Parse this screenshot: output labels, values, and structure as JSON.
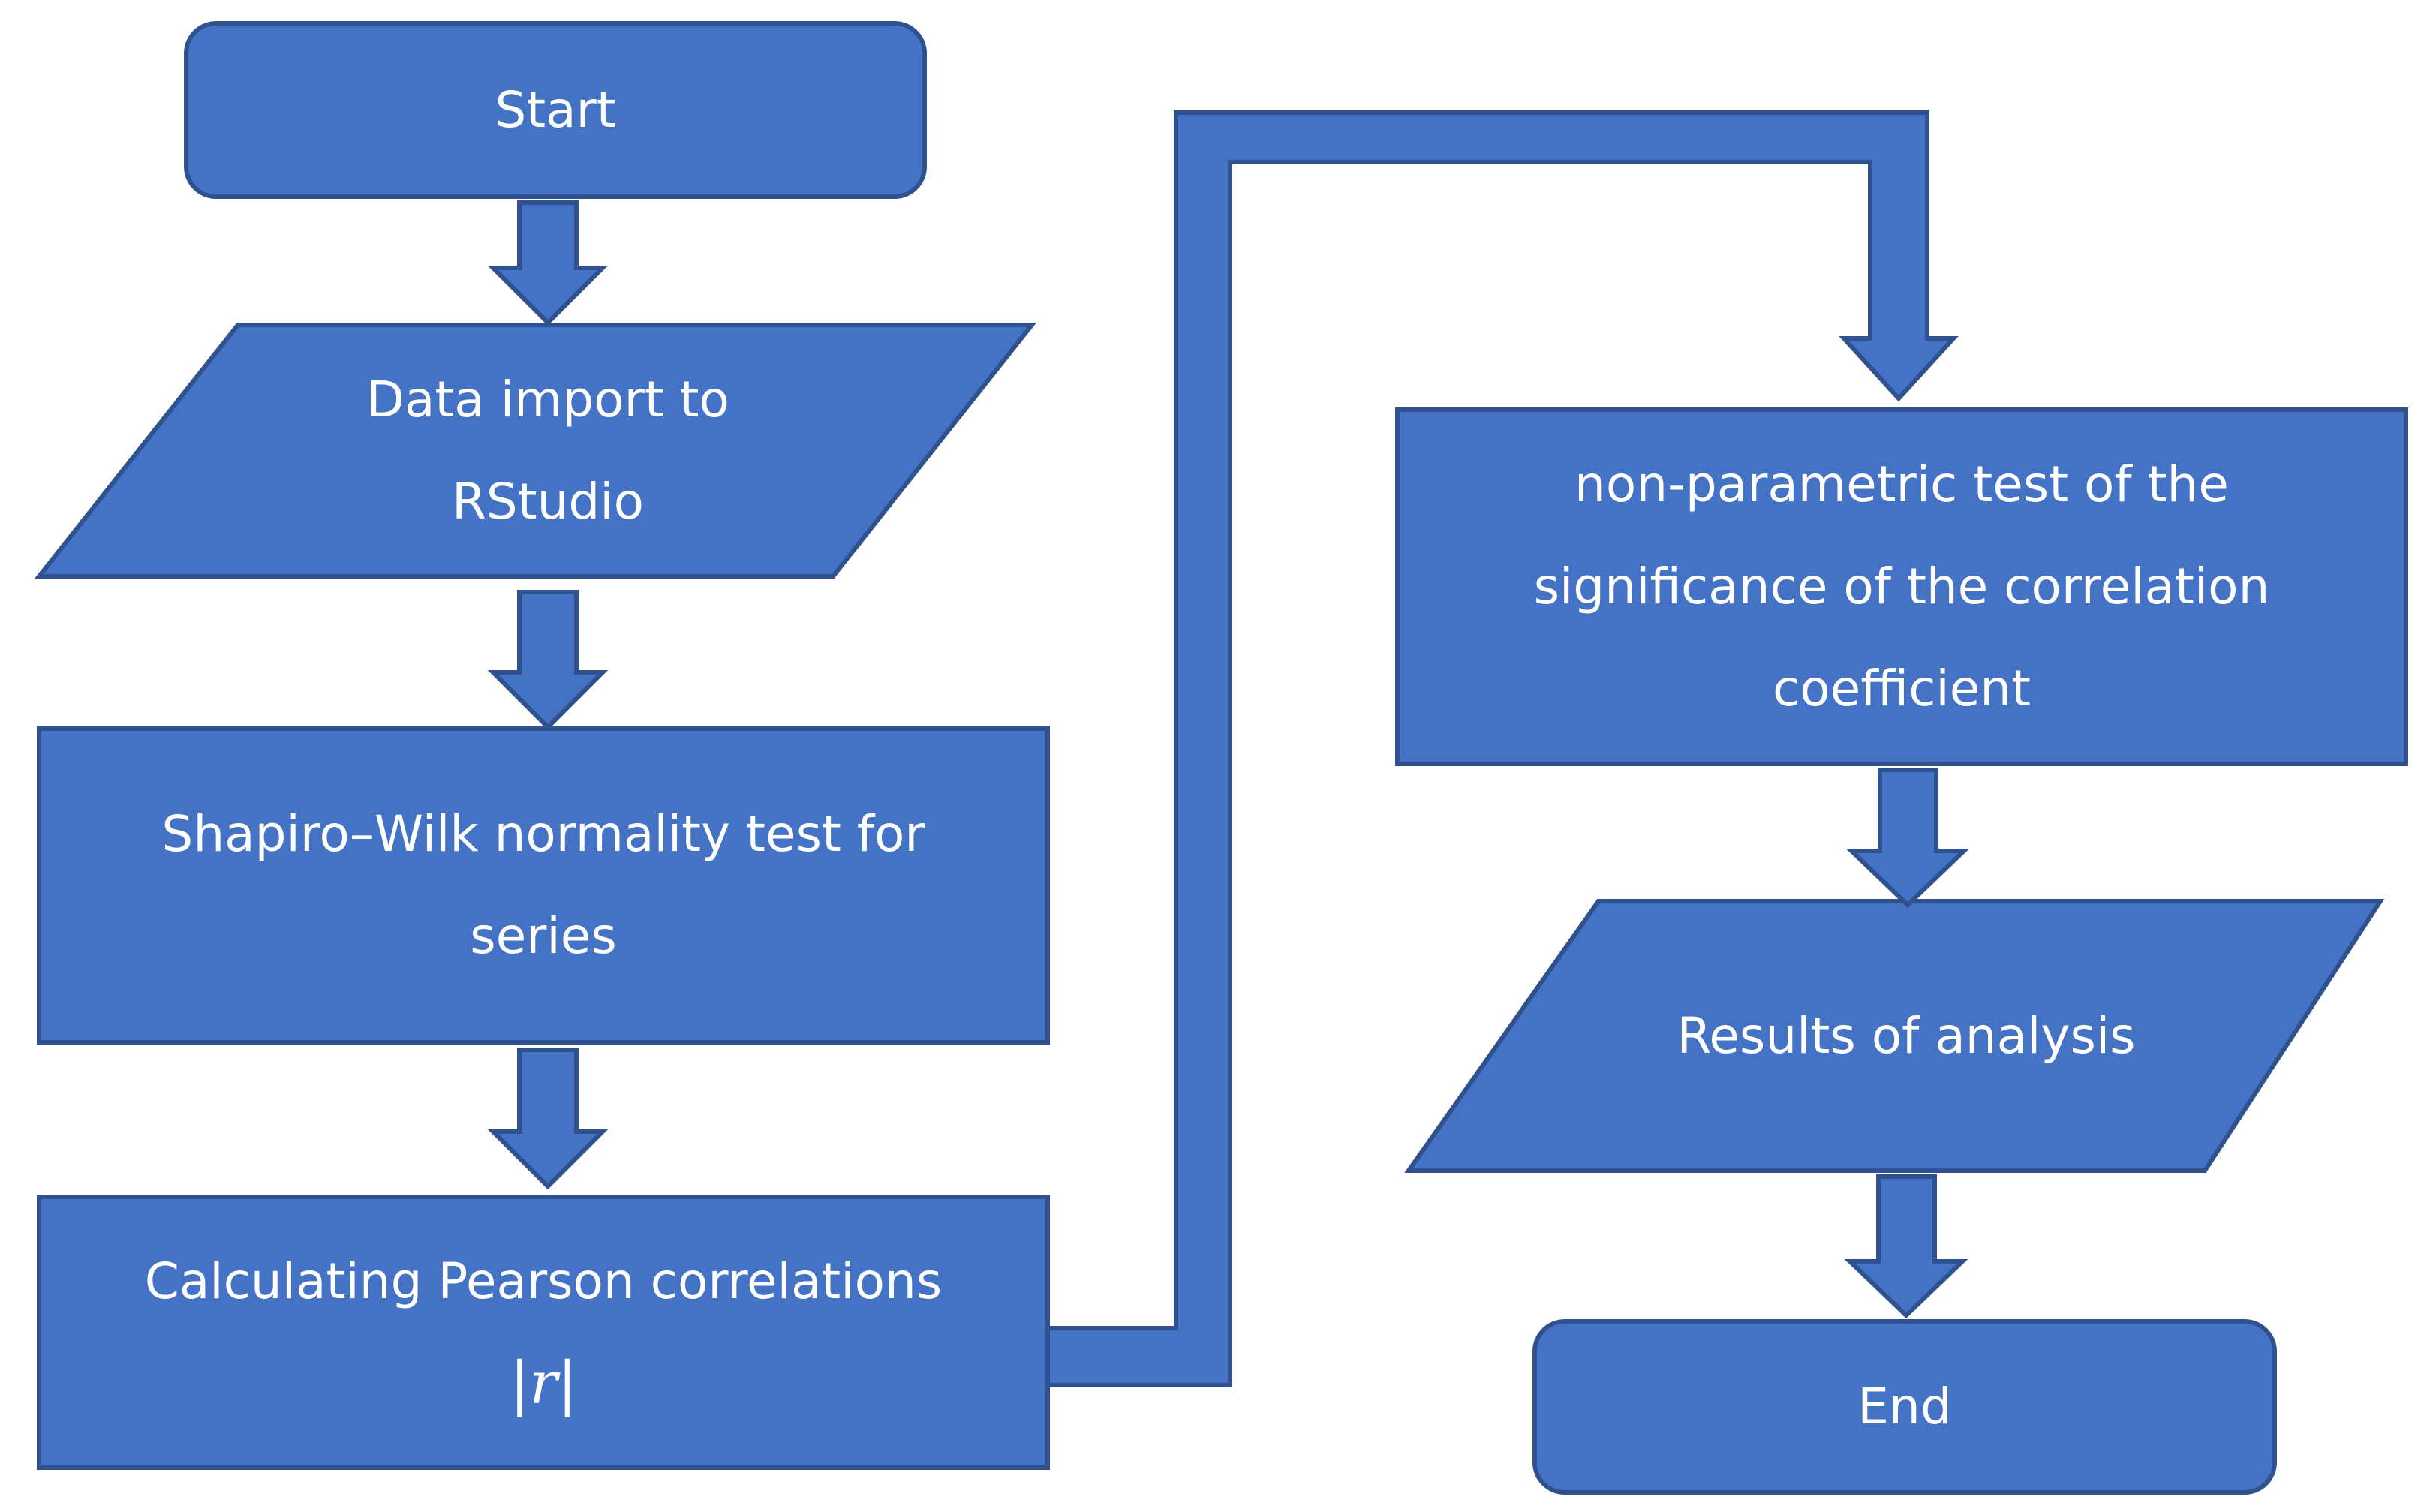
{
  "flowchart": {
    "colors": {
      "fill": "#4472C4",
      "stroke": "#2F528F",
      "text": "#FFFFFF"
    },
    "nodes": {
      "start": {
        "shape": "rounded-rectangle",
        "line1": "Start"
      },
      "data_import": {
        "shape": "parallelogram",
        "line1": "Data import to",
        "line2": "RStudio"
      },
      "shapiro_wilk": {
        "shape": "rectangle",
        "line1": "Shapiro–Wilk normality test for",
        "line2": "series"
      },
      "pearson": {
        "shape": "rectangle",
        "line1": "Calculating Pearson correlations",
        "line2": "|r|"
      },
      "nonparametric": {
        "shape": "rectangle",
        "line1": "non-parametric test of the",
        "line2": "significance of the correlation",
        "line3": "coefficient"
      },
      "results": {
        "shape": "parallelogram",
        "line1": "Results of analysis"
      },
      "end": {
        "shape": "rounded-rectangle",
        "line1": "End"
      }
    },
    "edges": [
      {
        "from": "start",
        "to": "data_import"
      },
      {
        "from": "data_import",
        "to": "shapiro_wilk"
      },
      {
        "from": "shapiro_wilk",
        "to": "pearson"
      },
      {
        "from": "pearson",
        "to": "nonparametric"
      },
      {
        "from": "nonparametric",
        "to": "results"
      },
      {
        "from": "results",
        "to": "end"
      }
    ]
  }
}
